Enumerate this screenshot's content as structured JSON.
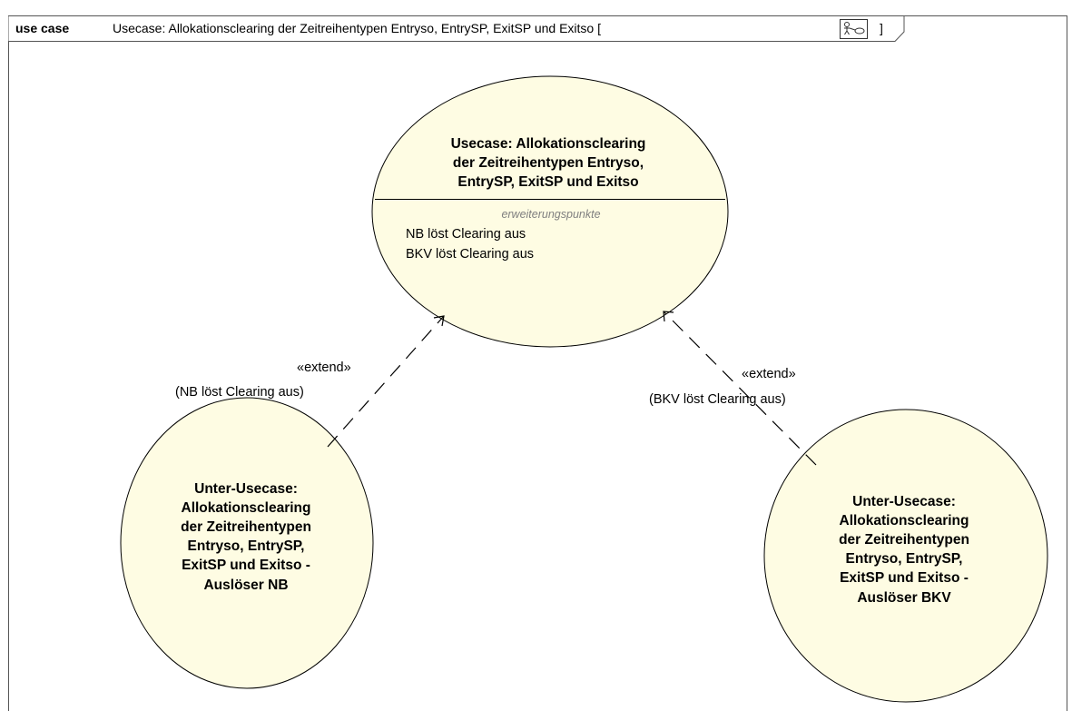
{
  "frame": {
    "keyword": "use case",
    "title": "Usecase: Allokationsclearing der Zeitreihentypen Entryso, EntrySP, ExitSP und Exitso [",
    "title_close": "]",
    "icon": "use-case-diagram-icon"
  },
  "colors": {
    "usecase_fill": "#fefce3",
    "usecase_stroke": "#000000",
    "frame_stroke": "#555555"
  },
  "main_usecase": {
    "name_lines": [
      "Usecase: Allokationsclearing",
      "der Zeitreihentypen Entryso,",
      "EntrySP, ExitSP und Exitso"
    ],
    "extension_points_title": "erweiterungspunkte",
    "extension_points": [
      "NB löst Clearing aus",
      "BKV löst Clearing aus"
    ]
  },
  "sub_usecase_nb": {
    "name_lines": [
      "Unter-Usecase:",
      "Allokationsclearing",
      "der Zeitreihentypen",
      "Entryso, EntrySP,",
      "ExitSP und Exitso -",
      "Auslöser NB"
    ]
  },
  "sub_usecase_bkv": {
    "name_lines": [
      "Unter-Usecase:",
      "Allokationsclearing",
      "der Zeitreihentypen",
      "Entryso, EntrySP,",
      "ExitSP und Exitso -",
      "Auslöser BKV"
    ]
  },
  "relations": [
    {
      "stereotype": "«extend»",
      "condition": "(NB löst Clearing aus)"
    },
    {
      "stereotype": "«extend»",
      "condition": "(BKV löst Clearing aus)"
    }
  ]
}
